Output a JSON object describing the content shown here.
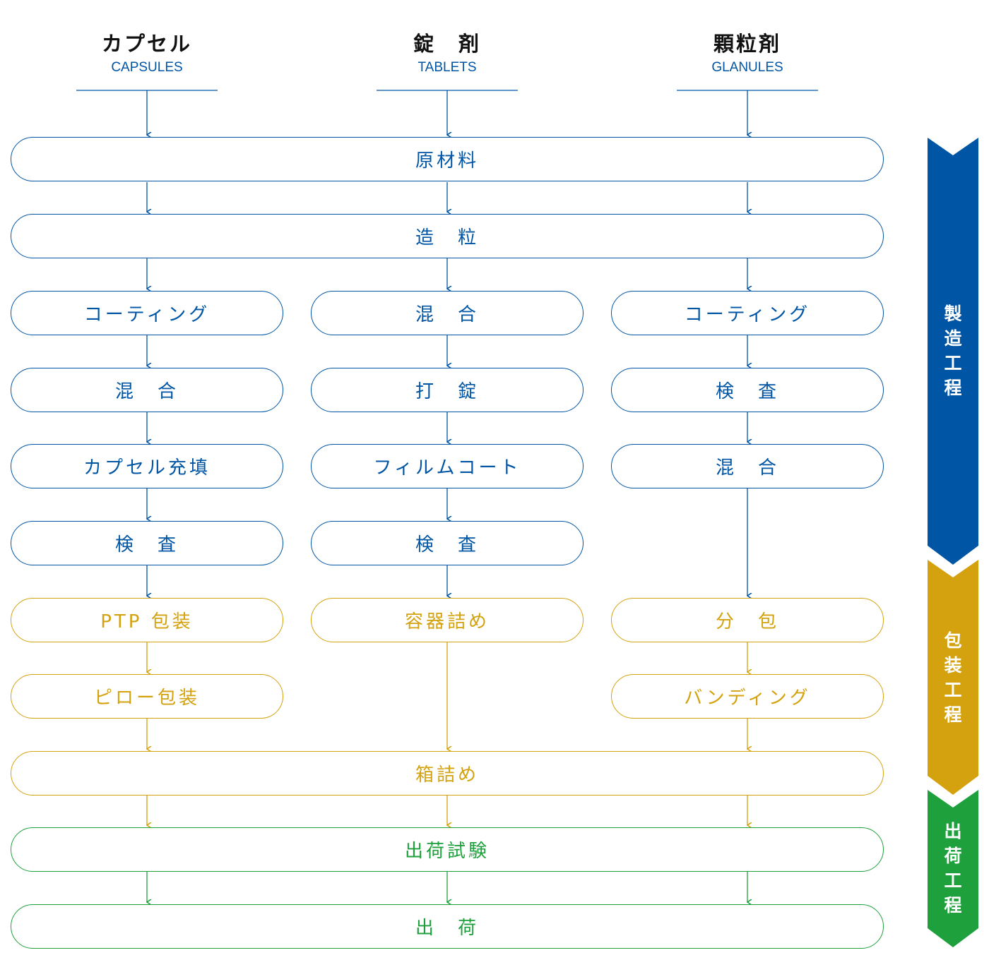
{
  "columns": {
    "capsules": {
      "title": "カプセル",
      "subtitle": "CAPSULES"
    },
    "tablets": {
      "title": "錠　剤",
      "subtitle": "TABLETS"
    },
    "granules": {
      "title": "顆粒剤",
      "subtitle": "GLANULES"
    }
  },
  "steps": {
    "raw_materials": "原材料",
    "granulation": "造　粒",
    "capsules": {
      "coating": "コーティング",
      "mixing": "混　合",
      "capsule_filling": "カプセル充填",
      "inspection": "検　査",
      "ptp_packaging": "PTP 包装",
      "pillow_packaging": "ピロー包装"
    },
    "tablets": {
      "mixing": "混　合",
      "tableting": "打　錠",
      "film_coating": "フィルムコート",
      "inspection": "検　査",
      "bottling": "容器詰め"
    },
    "granules": {
      "coating": "コーティング",
      "inspection": "検　査",
      "mixing": "混　合",
      "dividing": "分　包",
      "banding": "バンディング"
    },
    "boxing": "箱詰め",
    "shipping_test": "出荷試験",
    "shipping": "出　荷"
  },
  "stages": {
    "manufacturing": {
      "chars": [
        "製",
        "造",
        "工",
        "程"
      ],
      "color": "#0055a5"
    },
    "packaging": {
      "chars": [
        "包",
        "装",
        "工",
        "程"
      ],
      "color": "#d4a20e"
    },
    "shipping": {
      "chars": [
        "出",
        "荷",
        "工",
        "程"
      ],
      "color": "#1ea03c"
    }
  },
  "colors": {
    "manufacturing": "#0055a5",
    "packaging": "#d4a20e",
    "shipping": "#1ea03c",
    "title": "#111111"
  }
}
